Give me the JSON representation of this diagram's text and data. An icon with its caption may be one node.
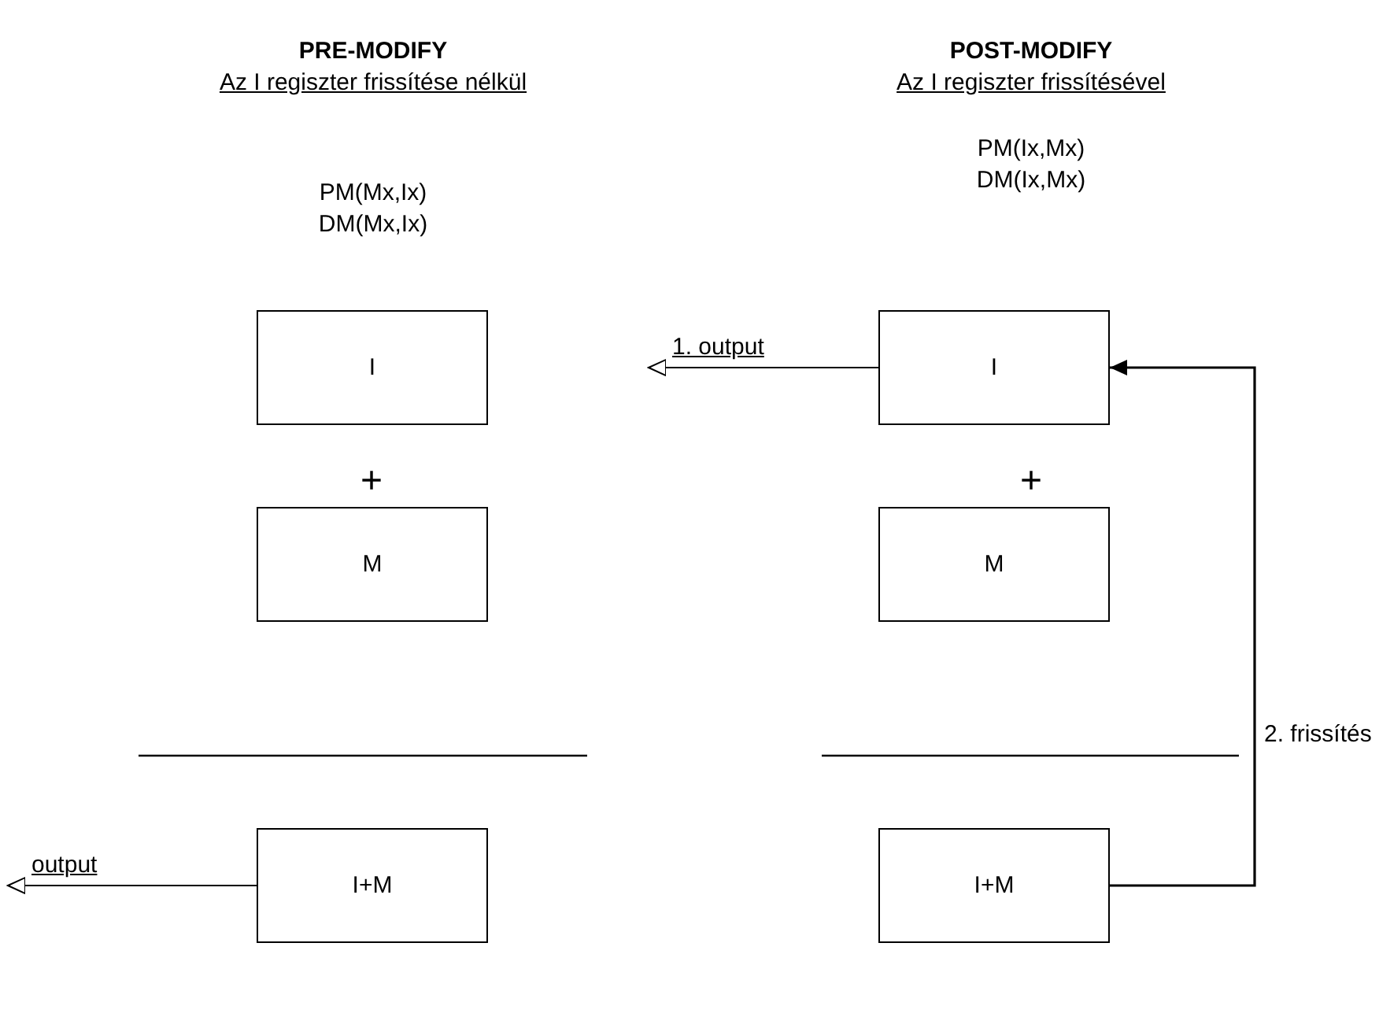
{
  "diagram": {
    "nodes": [
      {
        "text": [
          "I"
        ]
      },
      {
        "text": [
          "M"
        ]
      },
      {
        "text": [
          "I+M"
        ]
      },
      {
        "text": [
          "I"
        ]
      },
      {
        "text": [
          "M"
        ]
      },
      {
        "text": [
          "I+M"
        ]
      }
    ],
    "edges": [
      {
        "from": 2,
        "to": null,
        "arrow": "to",
        "label": "output"
      },
      {
        "from": 3,
        "to": null,
        "arrow": "to",
        "label": "1. output"
      },
      {
        "from": 5,
        "to": 3,
        "arrow": "to",
        "label": "2. frissítés"
      }
    ],
    "labels": [
      "PRE-MODIFY",
      "Az I regiszter frissítése nélkül",
      "PM(Mx,Ix)",
      "DM(Mx,Ix)",
      "POST-MODIFY",
      "Az I regiszter frissítésével",
      "PM(Ix,Mx)",
      "DM(Ix,Mx)",
      "+",
      "+"
    ]
  }
}
